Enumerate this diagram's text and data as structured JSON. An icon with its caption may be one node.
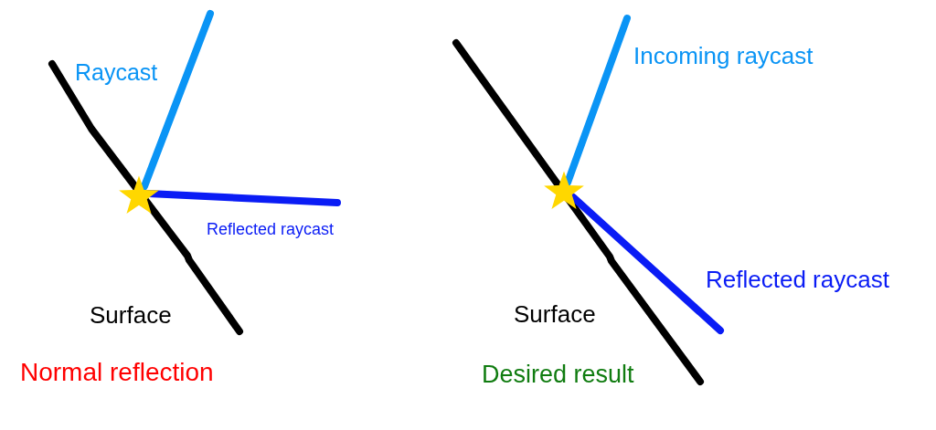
{
  "diagram": {
    "labels": [
      "Raycast",
      "Reflected raycast",
      "Surface",
      "Normal reflection",
      "Incoming raycast",
      "Reflected raycast",
      "Surface",
      "Desired result"
    ]
  }
}
